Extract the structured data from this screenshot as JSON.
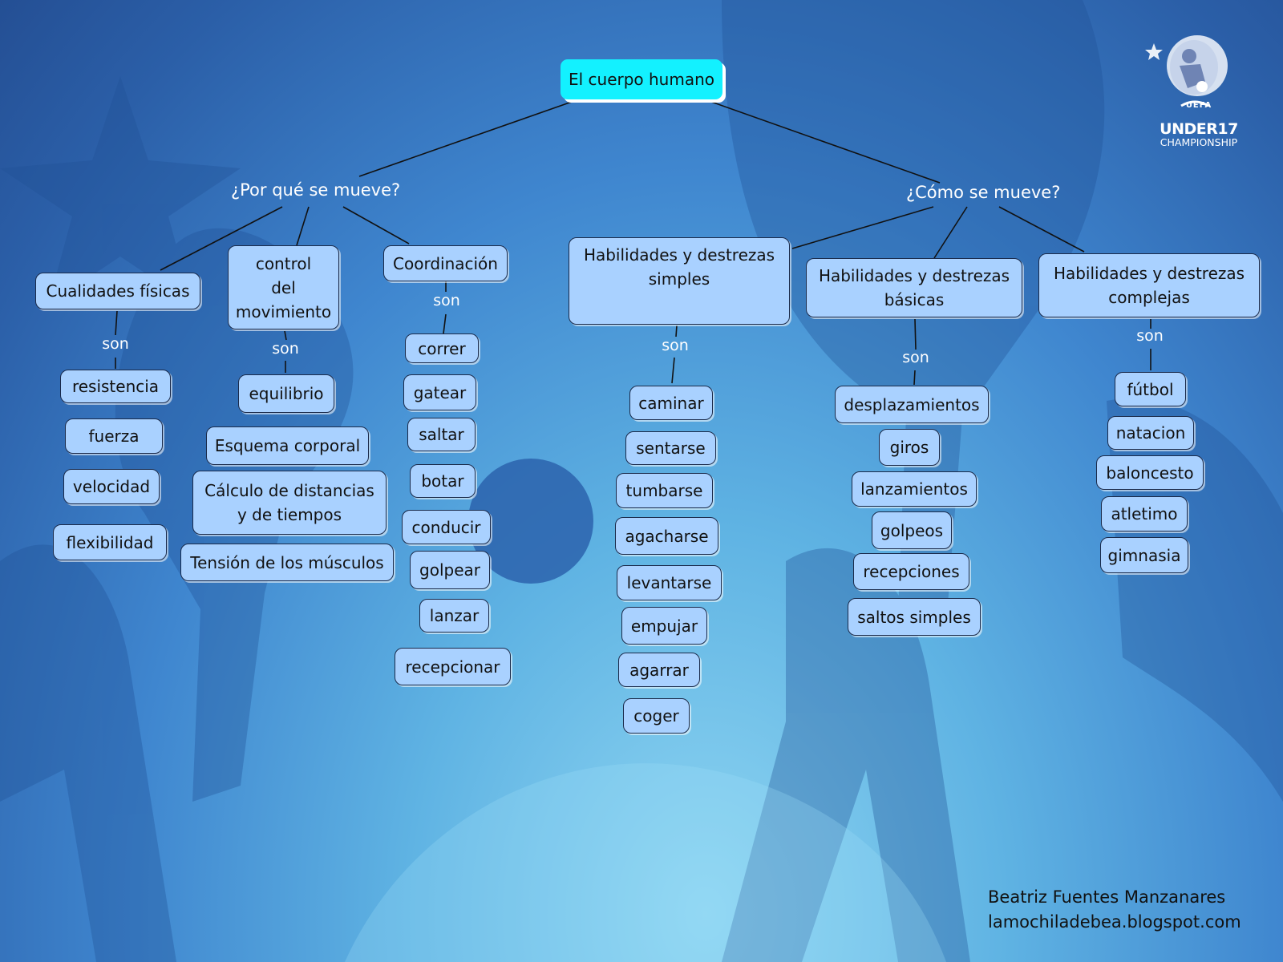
{
  "diagram": {
    "root": "El cuerpo humano",
    "question_left": "¿Por qué se mueve?",
    "question_right": "¿Cómo se mueve?",
    "connector": "son",
    "left_groups": {
      "cualidades": {
        "title": "Cualidades físicas",
        "items": [
          "resistencia",
          "fuerza",
          "velocidad",
          "flexibilidad"
        ]
      },
      "control": {
        "title": "control\ndel\nmovimiento",
        "items": [
          "equilibrio",
          "Esquema corporal",
          "Cálculo de distancias\ny de tiempos",
          "Tensión de los músculos"
        ]
      },
      "coordinacion": {
        "title": "Coordinación",
        "items": [
          "correr",
          "gatear",
          "saltar",
          "botar",
          "conducir",
          "golpear",
          "lanzar",
          "recepcionar"
        ]
      }
    },
    "right_groups": {
      "simples": {
        "title": "Habilidades y destrezas\nsimples",
        "items": [
          "caminar",
          "sentarse",
          "tumbarse",
          "agacharse",
          "levantarse",
          "empujar",
          "agarrar",
          "coger"
        ]
      },
      "basicas": {
        "title": "Habilidades y destrezas\nbásicas",
        "items": [
          "desplazamientos",
          "giros",
          "lanzamientos",
          "golpeos",
          "recepciones",
          "saltos simples"
        ]
      },
      "complejas": {
        "title": "Habilidades y destrezas\ncomplejas",
        "items": [
          "fútbol",
          "natacion",
          "baloncesto",
          "atletimo",
          "gimnasia"
        ]
      }
    }
  },
  "logo": {
    "top": "UEFA",
    "brand": "UNDER17",
    "sub": "CHAMPIONSHIP"
  },
  "footer": {
    "author": "Beatriz Fuentes Manzanares",
    "site": "lamochiladebea.blogspot.com"
  },
  "colors": {
    "root_fill": "#13f1ff",
    "node_fill": "#a9d1ff",
    "node_border": "#1a2a4a",
    "label_text": "#ffffff"
  }
}
